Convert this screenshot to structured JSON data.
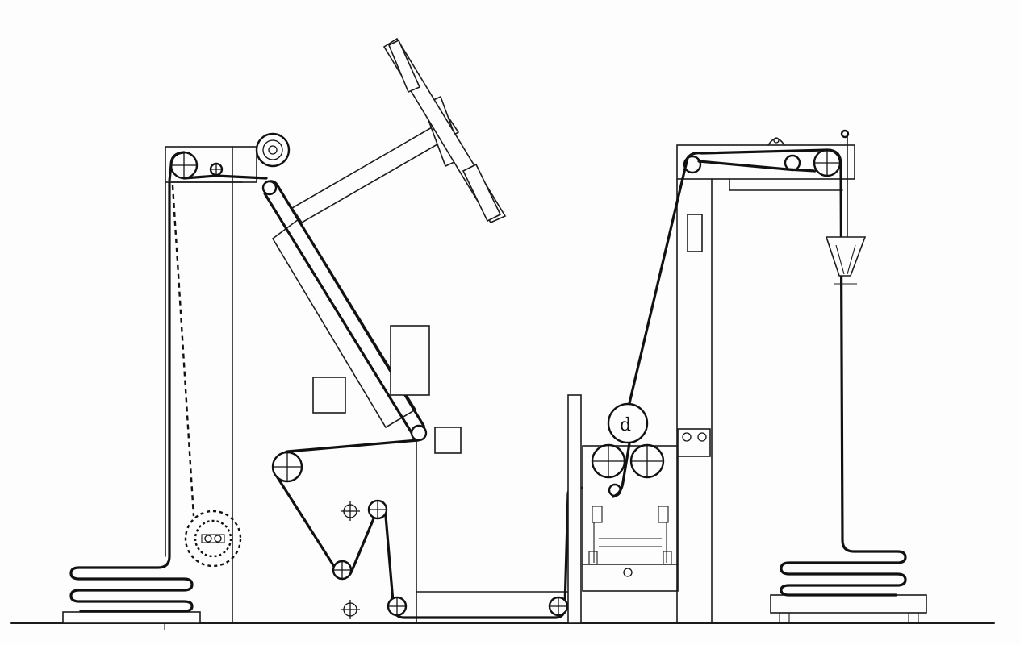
{
  "diagram": {
    "colors": {
      "line": "#1b1b1b",
      "web": "#111111",
      "paper": "#fdfdfd"
    },
    "components": [
      "left-folded-stack",
      "left-tower",
      "takeup-roller-dashed",
      "inclined-conveyor",
      "swivel-arm-with-scraper",
      "pulley-chain",
      "squeeze-rollers",
      "right-tower",
      "swinging-folder",
      "right-folded-stack",
      "floor-line"
    ]
  }
}
